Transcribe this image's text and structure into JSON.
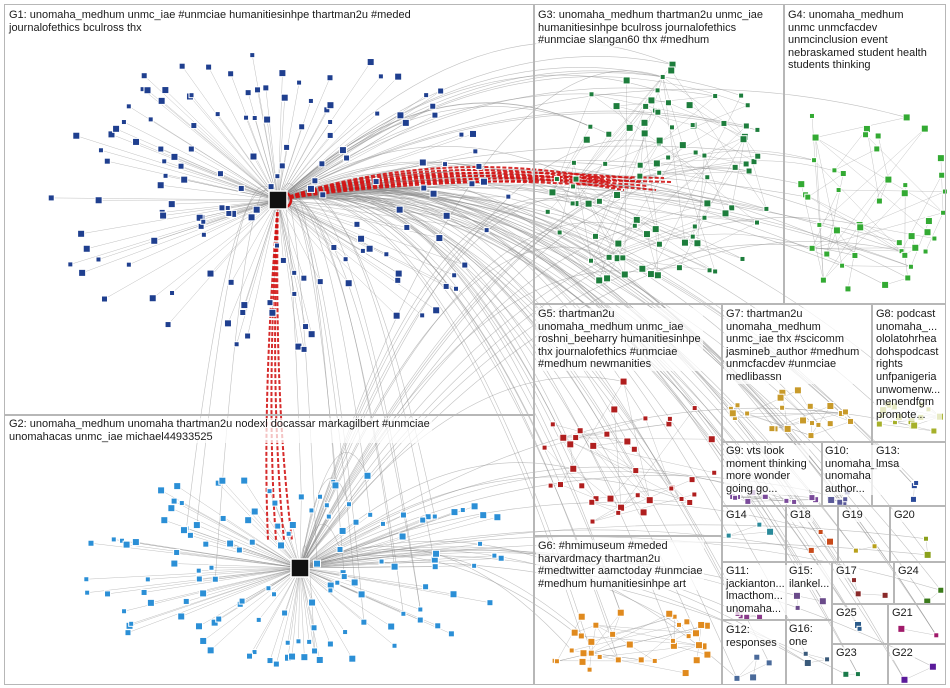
{
  "groups": [
    {
      "id": "G1",
      "label": "G1: unomaha_medhum unmc_iae #unmciae humanitiesinhpe thartman2u #meded\njournalofethics bculross thx",
      "color": "#1f3f8f",
      "nodes": 150,
      "hub": true
    },
    {
      "id": "G2",
      "label": "G2: unomaha_medhum unomaha thartman2u nodexl docassar markagilbert #unmciae\nunomahacas unmc_iae michael44933525",
      "color": "#2b8fd6",
      "nodes": 130,
      "hub": true
    },
    {
      "id": "G3",
      "label": "G3: unomaha_medhum thartman2u unmc_iae\nhumanitiesinhpe bculross journalofethics\n#unmciae slangan60 thx #medhum",
      "color": "#1d7d3c",
      "nodes": 90,
      "hub": false
    },
    {
      "id": "G4",
      "label": "G4: unomaha_medhum\nunmc unmcfacdev\nunmcinclusion event\nnebraskamed student health\nstudents thinking",
      "color": "#33aa33",
      "nodes": 45,
      "hub": false
    },
    {
      "id": "G5",
      "label": "G5: thartman2u\nunomaha_medhum unmc_iae\nroshni_beeharry humanitiesinhpe\nthx journalofethics #unmciae\n#medhum newmanities",
      "color": "#b01e1e",
      "nodes": 40,
      "hub": false
    },
    {
      "id": "G6",
      "label": "G6: #hmimuseum #meded\nharvardmacy thartman2u\n#medtwitter aamctoday #unmciae\n#medhum humanitiesinhpe art",
      "color": "#e08a1e",
      "nodes": 34,
      "hub": false
    },
    {
      "id": "G7",
      "label": "G7: thartman2u\nunomaha_medhum\nunmc_iae thx #scicomm\njasmineb_author #medhum\nunmcfacdev #unmciae\nmedlibassn",
      "color": "#c89a2a",
      "nodes": 22,
      "hub": false
    },
    {
      "id": "G8",
      "label": "G8: podcast\nunomaha_...\nololatohrhea\ndohspodcast\nrights\nunfpanigeria\nunwomenw...\nmenendfgm\npromote...",
      "color": "#a6b02a",
      "nodes": 16,
      "hub": false
    },
    {
      "id": "G9",
      "label": "G9: vts look\nmoment thinking\nmore wonder\ngoing go...",
      "color": "#7a4a9a",
      "nodes": 10,
      "hub": false
    },
    {
      "id": "G10",
      "label": "G10:\nunomaha_...\nunomaha\nauthor...",
      "color": "#5a5a9a",
      "nodes": 6,
      "hub": false
    },
    {
      "id": "G11",
      "label": "G11:\njackianton...\nlmacthom...\nunomaha...",
      "color": "#8a3a8a",
      "nodes": 5,
      "hub": false
    },
    {
      "id": "G12",
      "label": "G12:\nresponses",
      "color": "#4a6a9a",
      "nodes": 4,
      "hub": false
    },
    {
      "id": "G13",
      "label": "G13:\nlmsa",
      "color": "#2a4a9a",
      "nodes": 3,
      "hub": false
    },
    {
      "id": "G14",
      "label": "G14",
      "color": "#2a8a9a",
      "nodes": 3,
      "hub": false
    },
    {
      "id": "G15",
      "label": "G15:\nilankel...",
      "color": "#6a4a8a",
      "nodes": 3,
      "hub": false
    },
    {
      "id": "G16",
      "label": "G16:\none",
      "color": "#3a5a7a",
      "nodes": 3,
      "hub": false
    },
    {
      "id": "G17",
      "label": "G17",
      "color": "#8a2a2a",
      "nodes": 3,
      "hub": false
    },
    {
      "id": "G18",
      "label": "G18",
      "color": "#c84a1a",
      "nodes": 3,
      "hub": false
    },
    {
      "id": "G19",
      "label": "G19",
      "color": "#b8a01a",
      "nodes": 2,
      "hub": false
    },
    {
      "id": "G20",
      "label": "G20",
      "color": "#8aa01a",
      "nodes": 2,
      "hub": false
    },
    {
      "id": "G21",
      "label": "G21",
      "color": "#a01a6a",
      "nodes": 2,
      "hub": false
    },
    {
      "id": "G22",
      "label": "G22",
      "color": "#5a1a9a",
      "nodes": 2,
      "hub": false
    },
    {
      "id": "G23",
      "label": "G23",
      "color": "#1a7a4a",
      "nodes": 2,
      "hub": false
    },
    {
      "id": "G24",
      "label": "G24",
      "color": "#3a7a1a",
      "nodes": 2,
      "hub": false
    },
    {
      "id": "G25",
      "label": "G25",
      "color": "#2a5a8a",
      "nodes": 2,
      "hub": false
    }
  ],
  "edge_colors": {
    "default": "#8c8c8c",
    "highlight": "#d21414"
  }
}
